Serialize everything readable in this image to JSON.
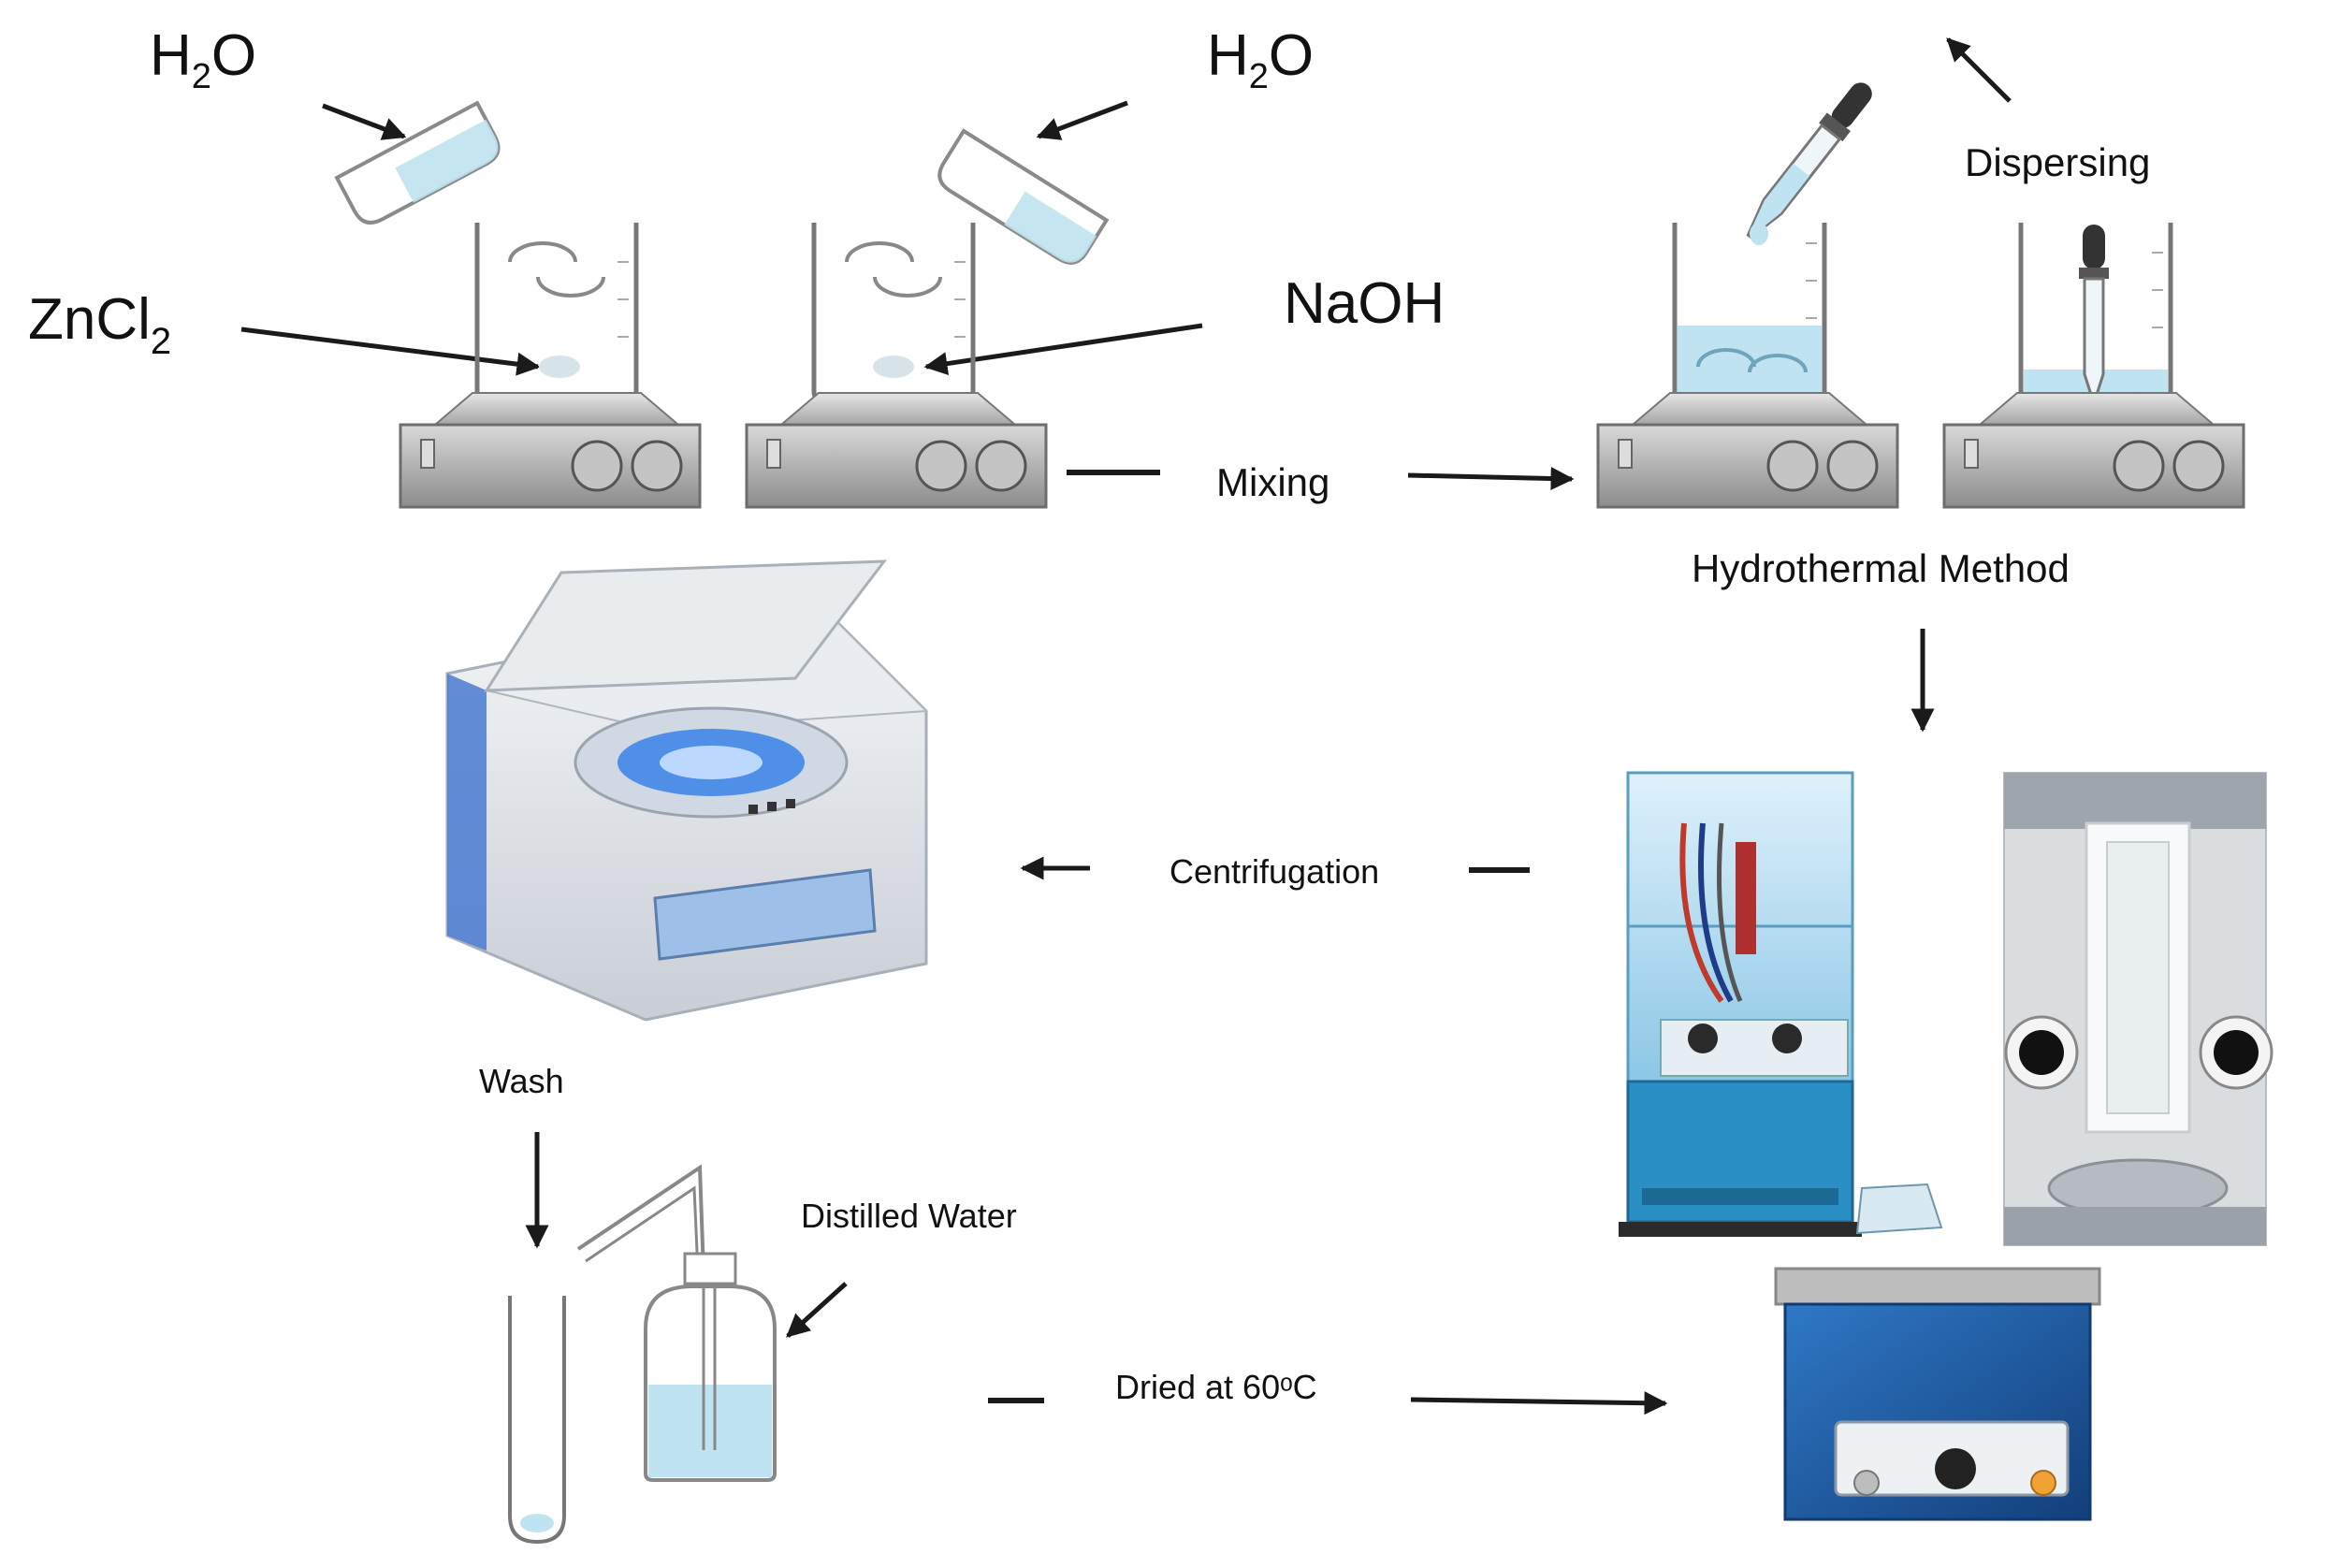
{
  "labels": {
    "h2o_left": "H",
    "h2o_left_sub": "2",
    "h2o_left_end": "O",
    "h2o_right": "H",
    "h2o_right_sub": "2",
    "h2o_right_end": "O",
    "zncl_main": "ZnCl",
    "zncl_sub": "2",
    "naoh": "NaOH",
    "dispersing": "Dispersing",
    "mixing": "Mixing",
    "hydrothermal": "Hydrothermal Method",
    "centrifugation": "Centrifugation",
    "wash": "Wash",
    "distilled_water": "Distilled Water",
    "dried": "Dried at 60ᵒC"
  },
  "colors": {
    "liquid": "#bfe3f0",
    "liquid_stroke": "#7fb9cf",
    "plate_top": "#b8b8b8",
    "plate_body": "#9a9a9a",
    "oven_blue": "#1f5fa8",
    "reactor_blue": "#2a8fc4"
  }
}
